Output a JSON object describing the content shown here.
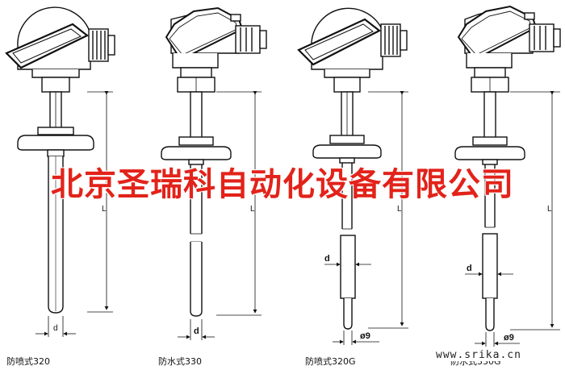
{
  "watermark": "北京圣瑞科自动化设备有限公司",
  "website": "www.srika.cn",
  "models": [
    {
      "caption": "防喷式320",
      "length_label": "L",
      "dia_label": "d",
      "variant": "explosion-proof-straight"
    },
    {
      "caption": "防水式330",
      "length_label": "L",
      "dia_label": "d",
      "variant": "waterproof-straight"
    },
    {
      "caption": "防喷式320G",
      "length_label": "L",
      "dia_label": "d",
      "tip_label": "ø9",
      "variant": "explosion-proof-stepped"
    },
    {
      "caption": "防水式330G",
      "length_label": "L",
      "dia_label": "d",
      "tip_label": "ø9",
      "variant": "waterproof-stepped"
    }
  ]
}
